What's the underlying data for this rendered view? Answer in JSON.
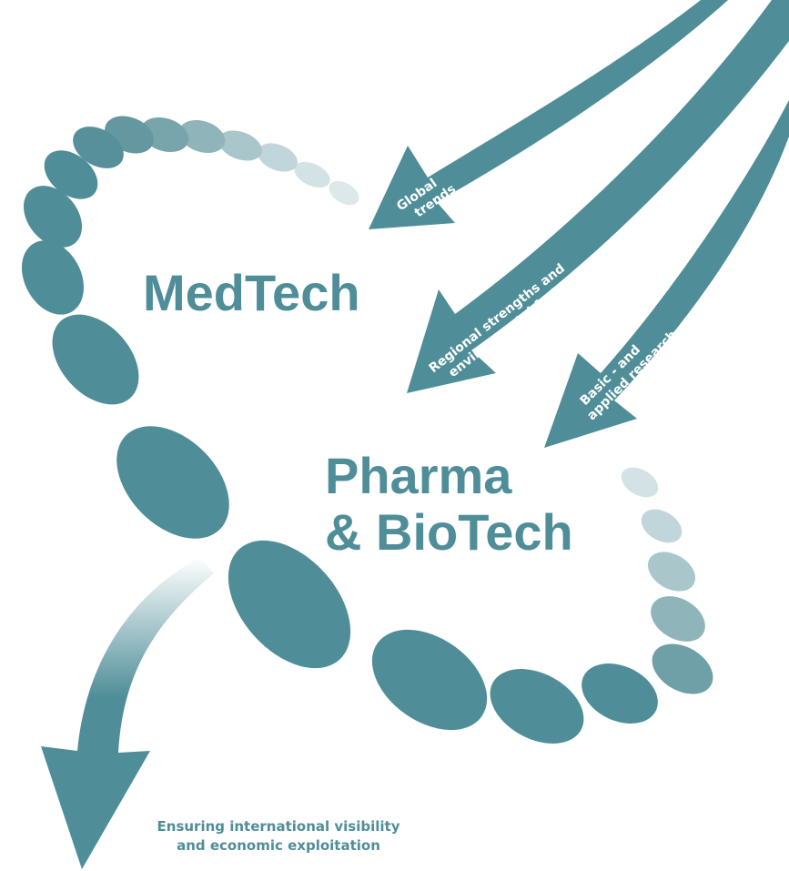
{
  "colors": {
    "teal": "#4f8e98",
    "pale": "#dde8ea",
    "white": "#ffffff"
  },
  "heading_medtech": "MedTech",
  "heading_pharma_line1": "Pharma",
  "heading_pharma_line2": "& BioTech",
  "arrow_global": {
    "line1": "Global",
    "line2": "trends"
  },
  "arrow_regional": {
    "line1": "Regional strengths and",
    "line2": "environmental factors"
  },
  "arrow_research": {
    "line1": "Basic - and",
    "line2": "applied research"
  },
  "output_caption": {
    "line1": "Ensuring international visibility",
    "line2": "and economic exploitation"
  },
  "icons": [
    "ellipse-chain",
    "input-arrow",
    "output-arrow"
  ]
}
